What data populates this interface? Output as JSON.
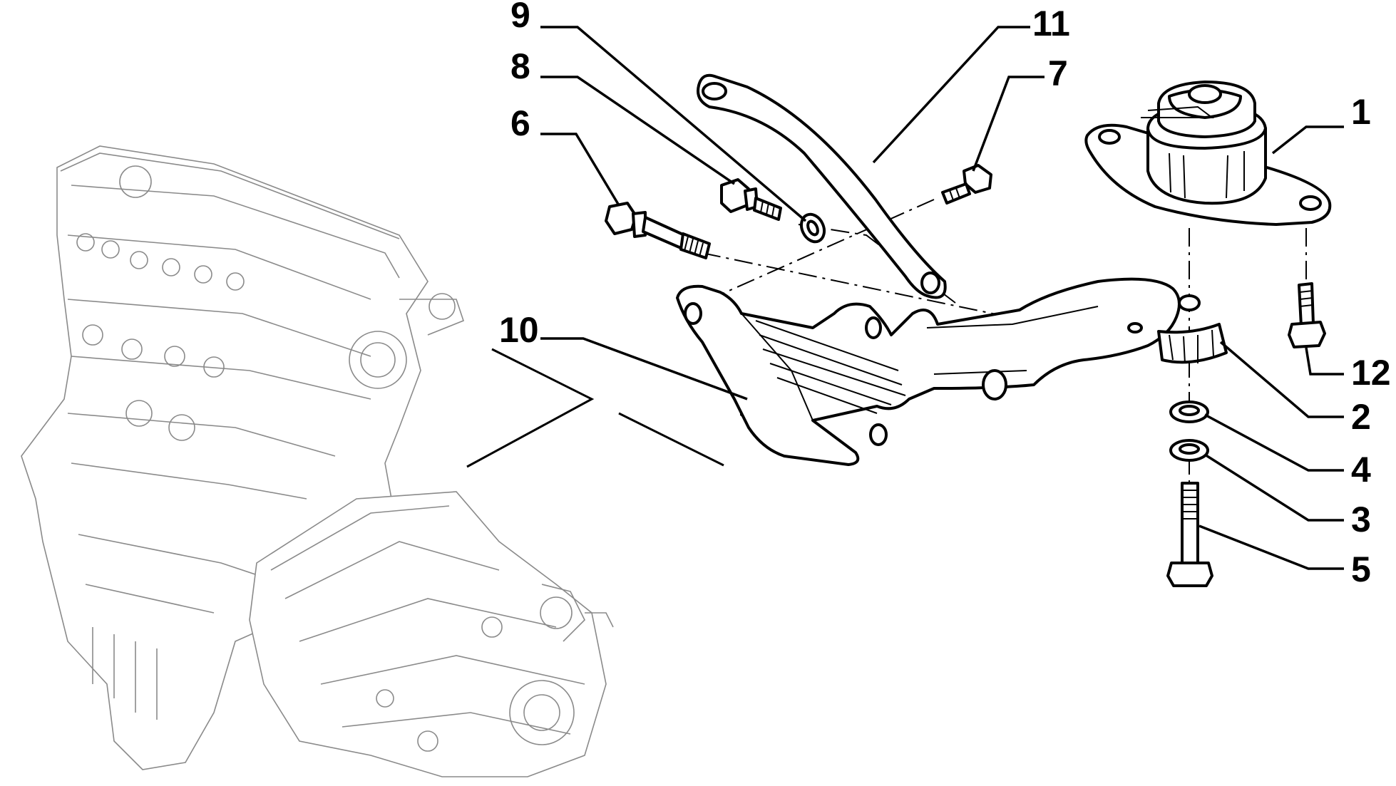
{
  "diagram": {
    "type": "exploded-parts-diagram",
    "callouts": {
      "c1": "1",
      "c2": "2",
      "c3": "3",
      "c4": "4",
      "c5": "5",
      "c6": "6",
      "c7": "7",
      "c8": "8",
      "c9": "9",
      "c10": "10",
      "c11": "11",
      "c12": "12"
    }
  }
}
